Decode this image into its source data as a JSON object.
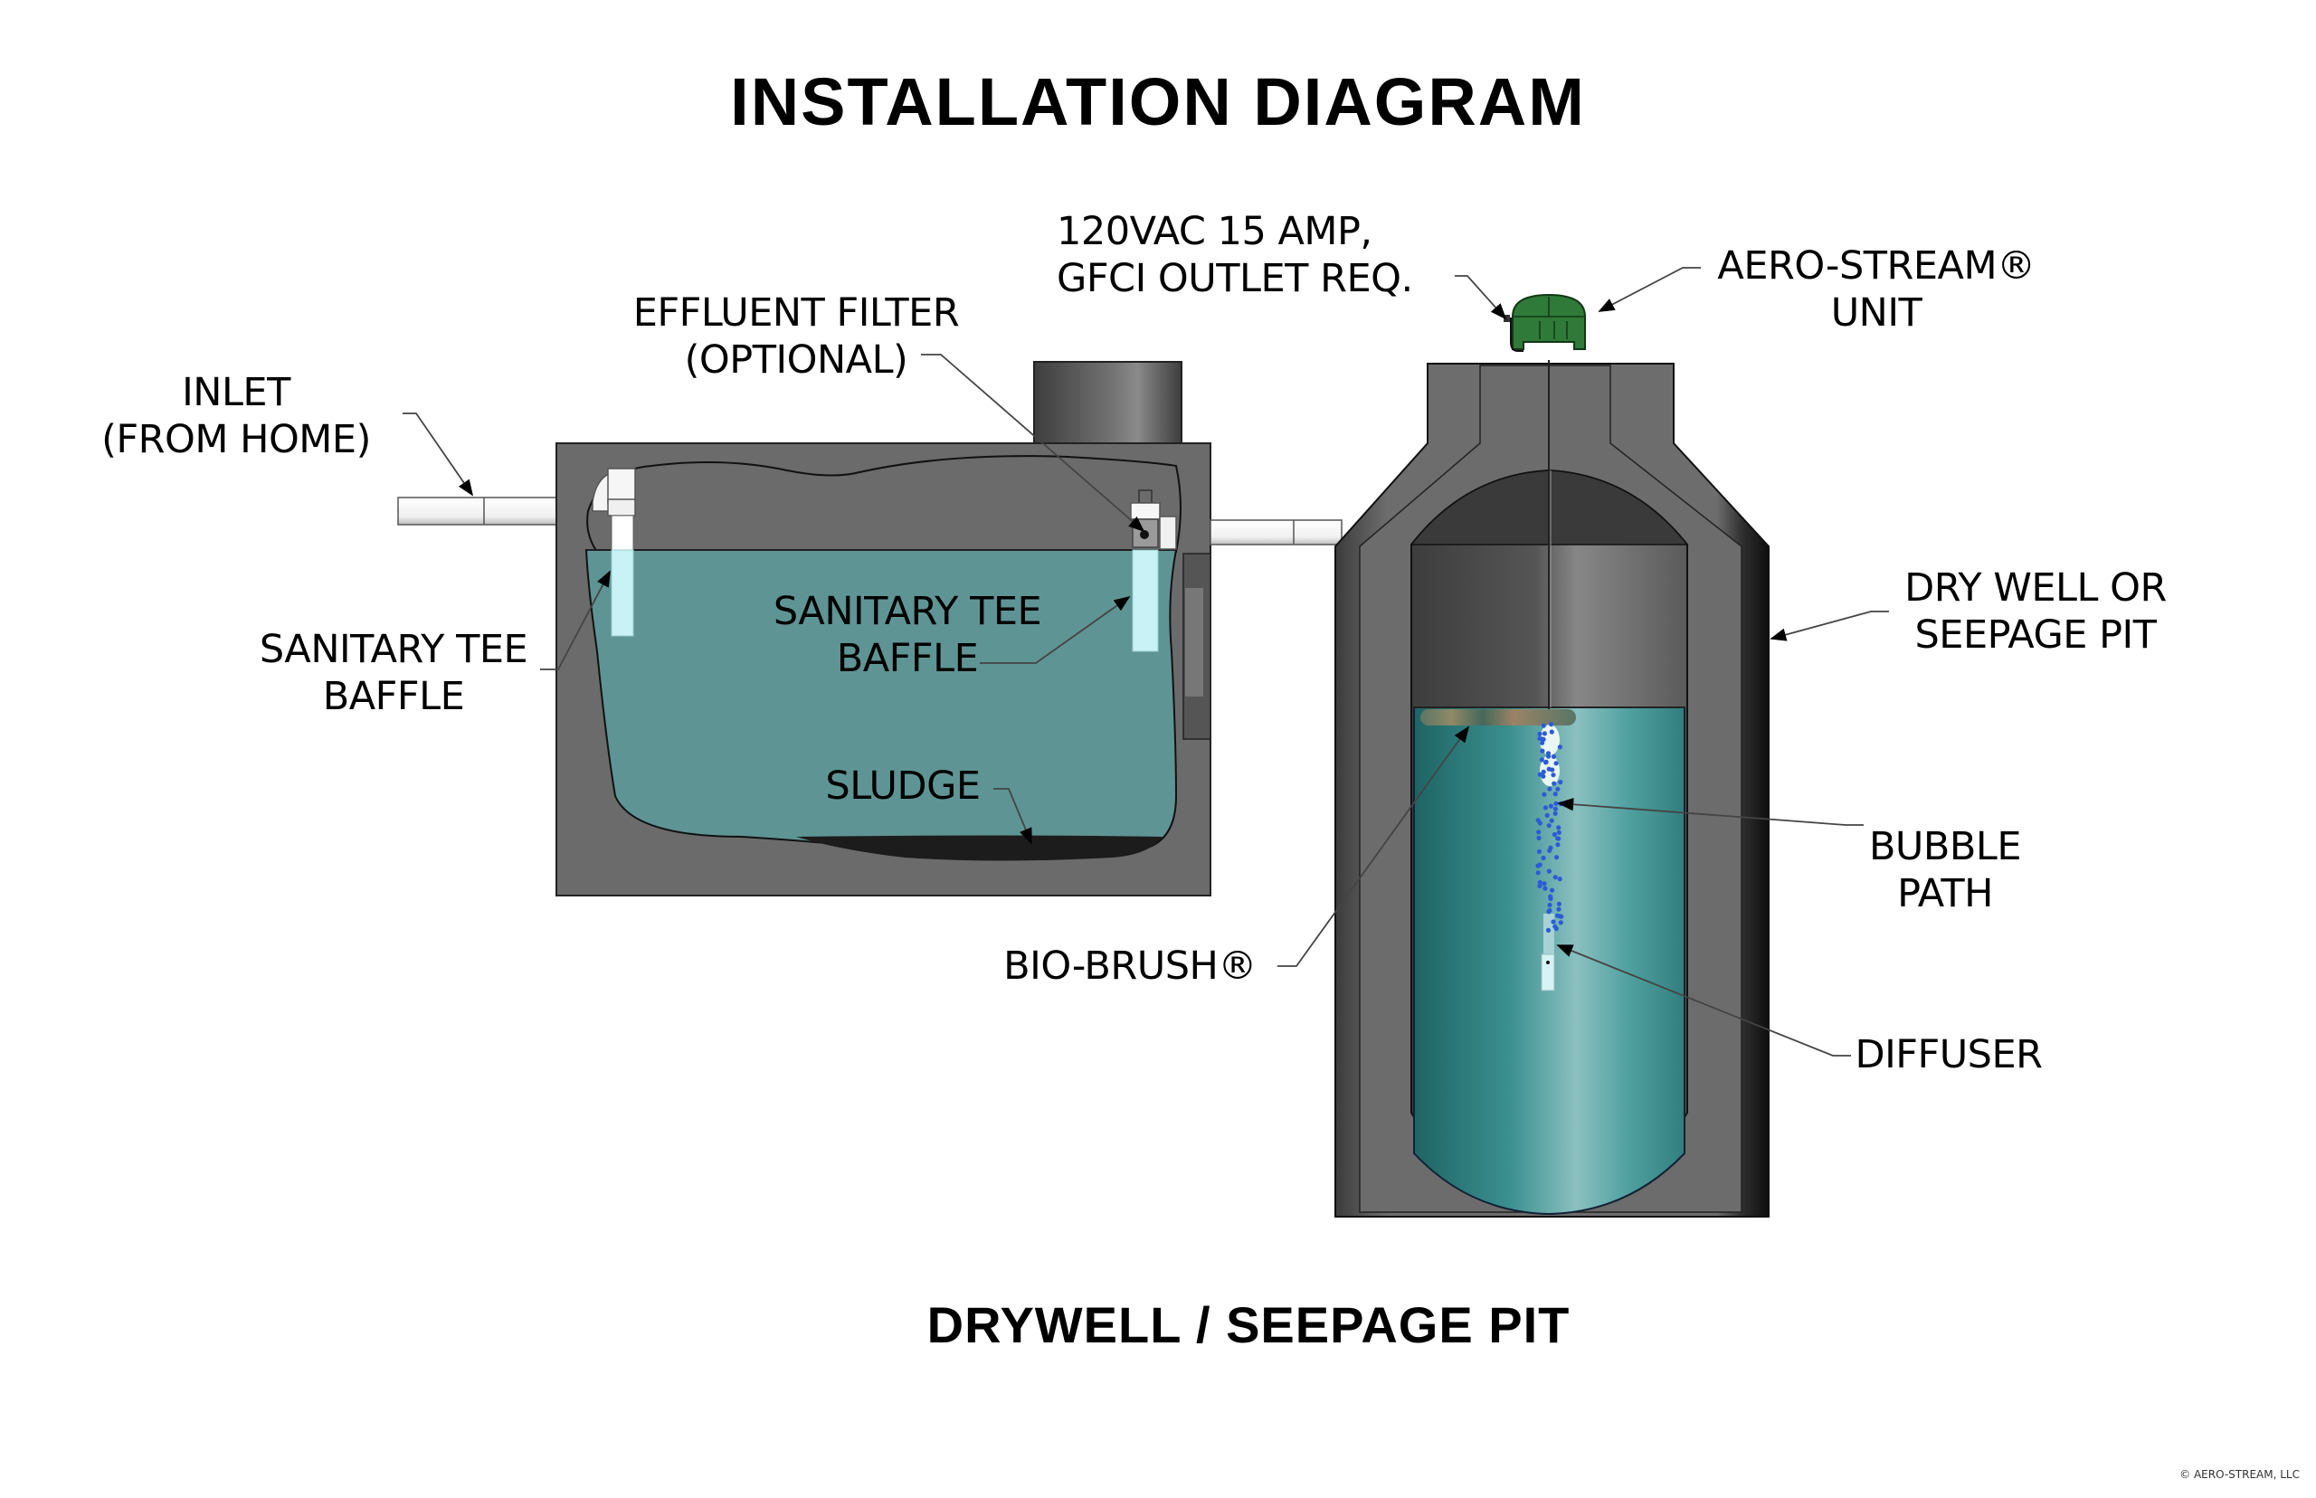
{
  "title": "INSTALLATION DIAGRAM",
  "subtitle": "DRYWELL / SEEPAGE PIT",
  "copyright": "© AERO-STREAM, LLC",
  "labels": {
    "inlet": [
      "INLET",
      "(FROM HOME)"
    ],
    "effluent_filter": [
      "EFFLUENT FILTER",
      "(OPTIONAL)"
    ],
    "power": [
      "120VAC 15 AMP,",
      "GFCI OUTLET REQ."
    ],
    "aero_stream_unit": [
      "AERO-STREAM®",
      "UNIT"
    ],
    "sanitary_tee_left": [
      "SANITARY TEE",
      "BAFFLE"
    ],
    "sanitary_tee_right": [
      "SANITARY TEE",
      "BAFFLE"
    ],
    "sludge": "SLUDGE",
    "dry_well": [
      "DRY WELL OR",
      "SEEPAGE PIT"
    ],
    "bubble_path": [
      "BUBBLE",
      "PATH"
    ],
    "bio_brush": "BIO-BRUSH®",
    "diffuser": "DIFFUSER"
  },
  "colors": {
    "concrete": "#6b6b6b",
    "concrete_dark": "#3a3a3a",
    "septic_water": "#5f9494",
    "drywell_water_dark": "#2b7676",
    "drywell_water_light": "#86bdbd",
    "pipe": "#f4f4f4",
    "baffle_water": "#c8f2f6",
    "aerator_green": "#2f7a38",
    "bubble": "#2c5bd6",
    "sludge": "#1c1c1c"
  },
  "components": [
    {
      "name": "septic-tank",
      "role": "primary settling tank"
    },
    {
      "name": "drywell",
      "role": "dry well / seepage pit"
    },
    {
      "name": "aero-stream-unit",
      "role": "aerator mounted on drywell lid"
    }
  ]
}
